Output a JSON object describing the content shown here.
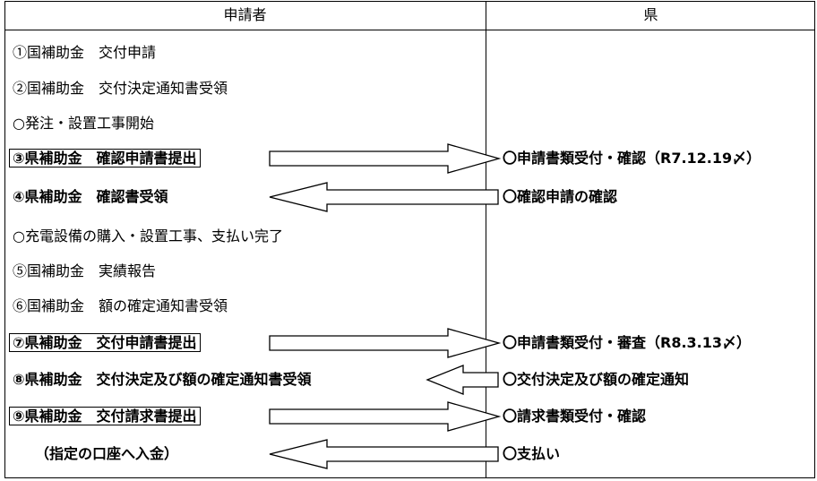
{
  "header": {
    "applicant": "申請者",
    "prefecture": "県"
  },
  "rows": [
    {
      "left": "①国補助金　交付申請",
      "style": "plain"
    },
    {
      "left": "②国補助金　交付決定通知書受領",
      "style": "plain"
    },
    {
      "left": "○発注・設置工事開始",
      "style": "plain"
    },
    {
      "left": "③県補助金　確認申請書提出",
      "style": "bold",
      "boxed": true,
      "right": "〇申請書類受付・確認（R7.12.19〆）"
    },
    {
      "left": "④県補助金　確認書受領",
      "style": "bold",
      "right": "〇確認申請の確認"
    },
    {
      "left": "○充電設備の購入・設置工事、支払い完了",
      "style": "plain"
    },
    {
      "left": "⑤国補助金　実績報告",
      "style": "plain"
    },
    {
      "left": "⑥国補助金　額の確定通知書受領",
      "style": "plain"
    },
    {
      "left": "⑦県補助金　交付申請書提出",
      "style": "bold",
      "boxed": true,
      "right": "〇申請書類受付・審査（R8.3.13〆）"
    },
    {
      "left": "⑧県補助金　交付決定及び額の確定通知書受領",
      "style": "bold",
      "right": "〇交付決定及び額の確定通知"
    },
    {
      "left": "⑨県補助金　交付請求書提出",
      "style": "bold",
      "boxed": true,
      "right": "〇請求書類受付・確認"
    },
    {
      "left": "（指定の口座へ入金）",
      "style": "bold",
      "right": "〇支払い"
    }
  ]
}
